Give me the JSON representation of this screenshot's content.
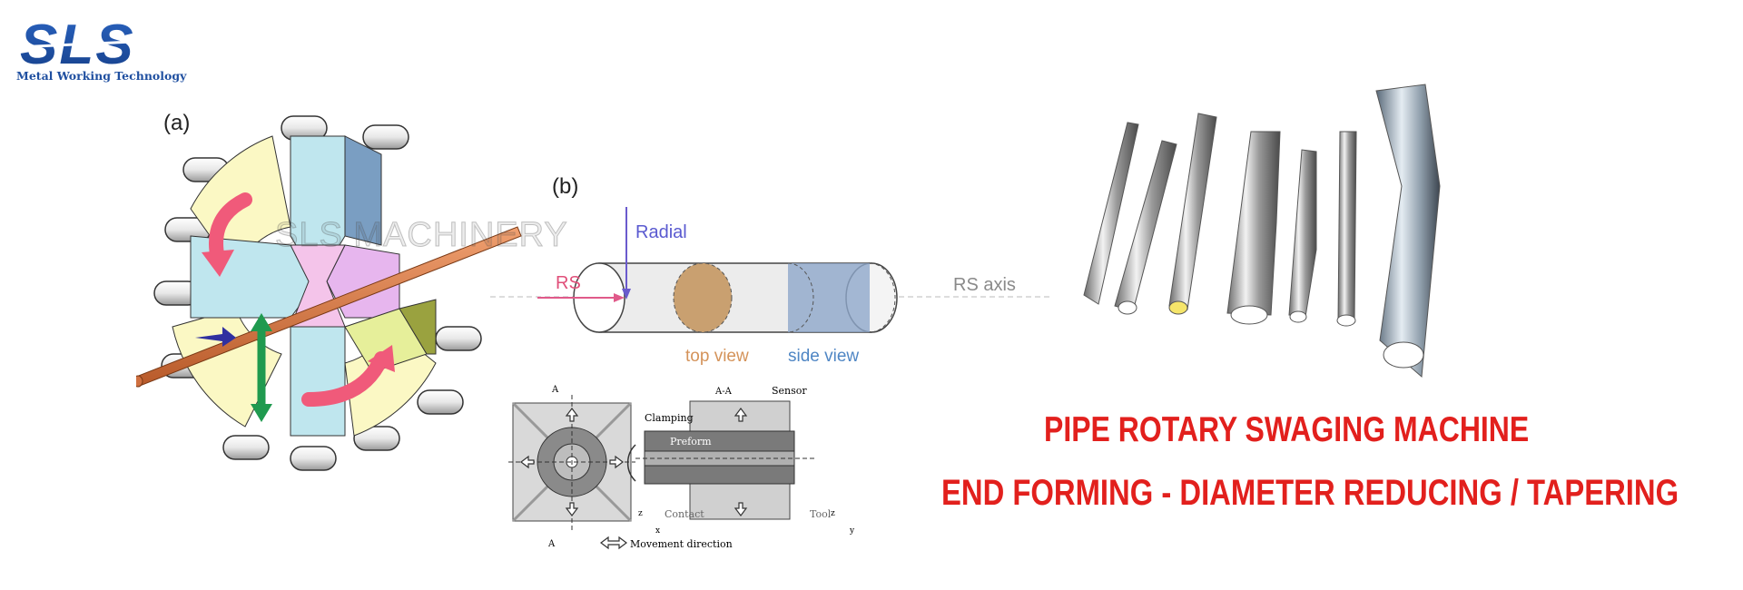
{
  "logo": {
    "text": "SLS",
    "tagline": "Metal Working Technology",
    "color": "#1f4fa0"
  },
  "watermark": "SLS MACHINERY",
  "figure_a": {
    "label": "(a)"
  },
  "figure_b": {
    "label": "(b)",
    "radial": "Radial",
    "rs": "RS",
    "rs_axis": "RS axis",
    "top_view": "top view",
    "side_view": "side view"
  },
  "figure_c": {
    "section_top": "A-A",
    "sensor": "Sensor",
    "clamping": "Clamping",
    "preform": "Preform",
    "contact": "Contact",
    "tool": "Tool",
    "movement": "Movement direction",
    "a_top": "A",
    "a_bottom": "A",
    "axis_z1": "z",
    "axis_x": "x",
    "axis_z2": "z",
    "axis_y": "y"
  },
  "headlines": {
    "line1": "PIPE ROTARY SWAGING MACHINE",
    "line2": "END FORMING - DIAMETER REDUCING / TAPERING",
    "color": "#e2201d"
  }
}
